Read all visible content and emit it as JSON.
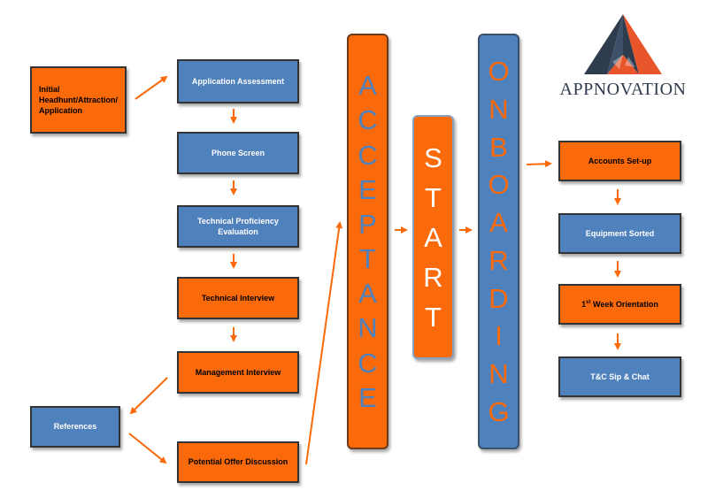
{
  "left_column": {
    "initial": "Initial Headhunt/Attraction/ Application",
    "application_assessment": "Application Assessment",
    "phone_screen": "Phone Screen",
    "technical_proficiency": "Technical Proficiency Evaluation",
    "technical_interview": "Technical Interview",
    "management_interview": "Management Interview",
    "references": "References",
    "potential_offer": "Potential Offer Discussion"
  },
  "stages": {
    "acceptance": [
      "A",
      "C",
      "C",
      "E",
      "P",
      "T",
      "A",
      "N",
      "C",
      "E"
    ],
    "start": [
      "S",
      "T",
      "A",
      "R",
      "T"
    ],
    "onboarding": [
      "O",
      "N",
      "B",
      "O",
      "A",
      "R",
      "D",
      "I",
      "N",
      "G"
    ]
  },
  "right_column": {
    "accounts": "Accounts Set-up",
    "equipment": "Equipment Sorted",
    "orientation_prefix": "1",
    "orientation_sup": "st",
    "orientation_suffix": " Week Orientation",
    "tc_sip": "T&C Sip & Chat"
  },
  "logo": {
    "text": "APPNOVATION"
  },
  "colors": {
    "orange": "#FA6A0A",
    "blue": "#4F81BD",
    "logo_dark": "#2E3C4E",
    "logo_orange": "#E8552A"
  }
}
